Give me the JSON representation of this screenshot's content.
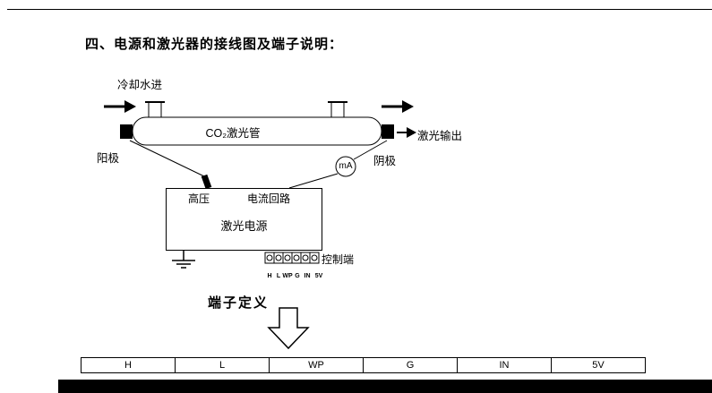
{
  "page": {
    "title": "四、电源和激光器的接线图及端子说明："
  },
  "diagram": {
    "cooling_water_in": "冷却水进",
    "tube_label": "CO₂激光管",
    "laser_output": "激光输出",
    "anode_label": "阳极",
    "cathode_label": "阴极",
    "meter_label": "mA",
    "psu_high_voltage": "高压",
    "psu_current_loop": "电流回路",
    "psu_name": "激光电源",
    "control_terminal_label": "控制端",
    "pin_labels": [
      "H",
      "L",
      "WP",
      "G",
      "IN",
      "5V"
    ],
    "terminal_definition_label": "端子定义"
  },
  "terminal_table": {
    "headers": [
      "H",
      "L",
      "WP",
      "G",
      "IN",
      "5V"
    ]
  },
  "colors": {
    "ink": "#000000",
    "paper": "#ffffff"
  }
}
